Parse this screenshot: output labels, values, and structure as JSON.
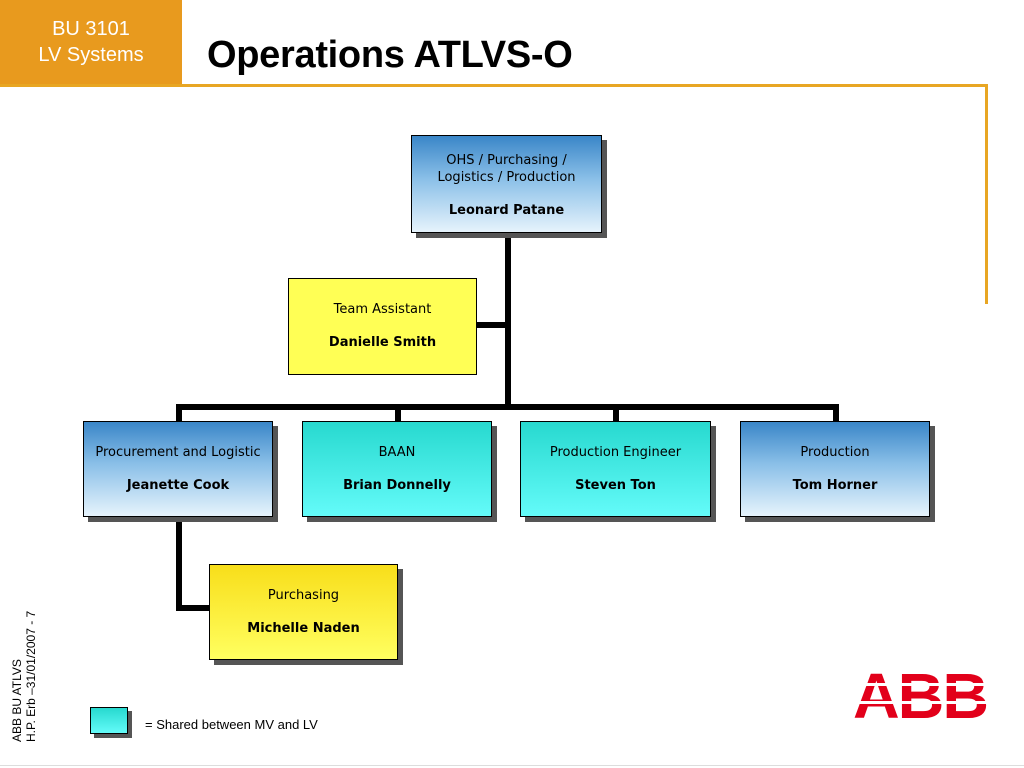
{
  "badge": {
    "line1": "BU 3101",
    "line2": "LV Systems"
  },
  "title": "Operations ATLVS-O",
  "org": {
    "head": {
      "role_line1": "OHS / Purchasing /",
      "role_line2": "Logistics / Production",
      "name": "Leonard Patane"
    },
    "assistant": {
      "role": "Team Assistant",
      "name": "Danielle Smith"
    },
    "procurement": {
      "role": "Procurement and Logistic",
      "name": "Jeanette Cook"
    },
    "baan": {
      "role": "BAAN",
      "name": "Brian Donnelly"
    },
    "prod_engineer": {
      "role": "Production Engineer",
      "name": "Steven Ton"
    },
    "production": {
      "role": "Production",
      "name": "Tom Horner"
    },
    "purchasing": {
      "role": "Purchasing",
      "name": "Michelle Naden"
    }
  },
  "legend": {
    "text": "= Shared between MV and LV"
  },
  "sidebar": {
    "line1": "ABB BU ATLVS",
    "line2": "H.P. Erb –31/01/2007 - 7"
  },
  "logo": {
    "text": "ABB"
  },
  "colors": {
    "accent": "#e89a1e",
    "frame": "#e8a623",
    "logo": "#e2001a",
    "shared": "#64fbf9"
  }
}
